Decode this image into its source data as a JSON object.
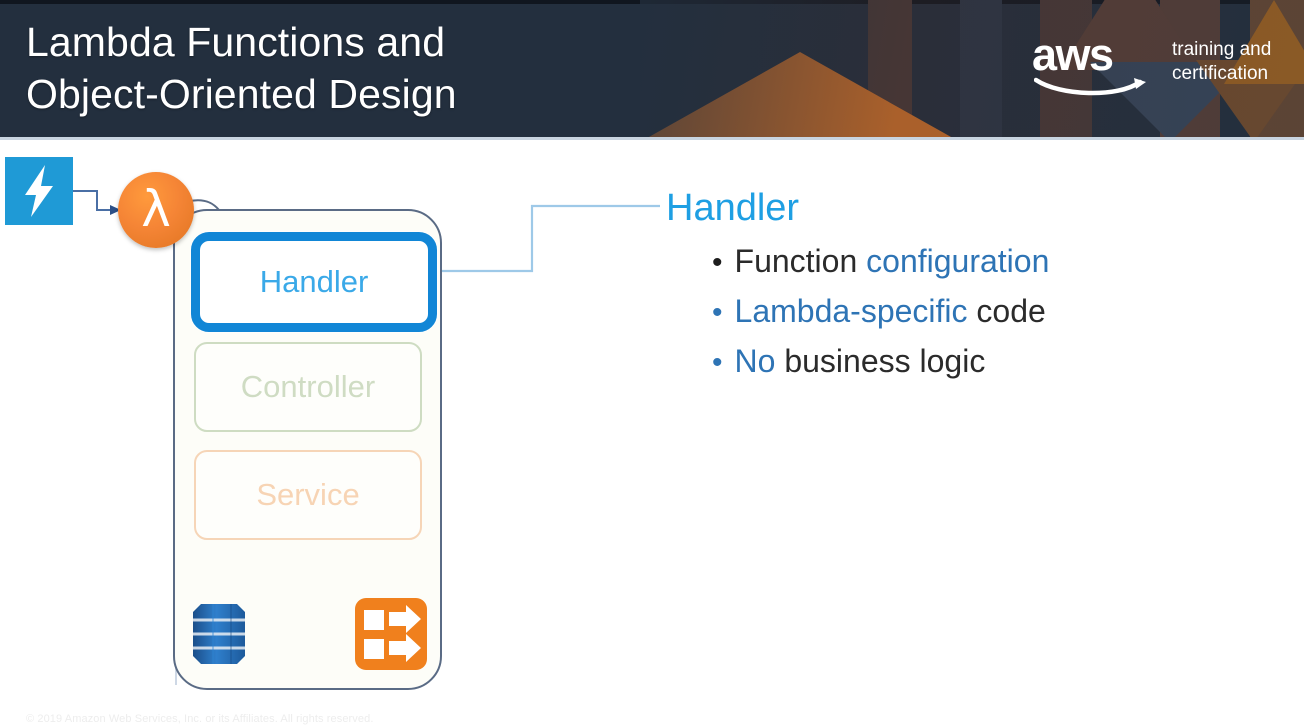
{
  "header": {
    "title": "Lambda Functions and\nObject-Oriented Design",
    "logo_word": "aws",
    "logo_tagline": "training and\ncertification",
    "bg_color": "#232f3e",
    "accent_color": "#d9762a"
  },
  "diagram": {
    "trigger_icon": "lightning-bolt-icon",
    "trigger_color": "#1f9ad6",
    "lambda_symbol": "λ",
    "lambda_color": "#f58536",
    "boxes": [
      {
        "label": "Handler",
        "state": "highlighted",
        "border_color": "#1186d6",
        "text_color": "#3aa9e8"
      },
      {
        "label": "Controller",
        "state": "dimmed",
        "border_color": "#cedcc2",
        "text_color": "#cfdcc3"
      },
      {
        "label": "Service",
        "state": "dimmed",
        "border_color": "#f6d5b7",
        "text_color": "#f7d4b4"
      }
    ],
    "output_icons": [
      {
        "name": "dynamodb-icon",
        "color": "#2566ae"
      },
      {
        "name": "sns-icon",
        "color": "#f0801d"
      }
    ],
    "connector_color": "#9ec9e8"
  },
  "content": {
    "heading": "Handler",
    "heading_color": "#1e9fe3",
    "highlight_color": "#2e74b5",
    "bullets": [
      {
        "dot": "•",
        "dot_style": "dark",
        "pre": "Function ",
        "highlight": "configuration",
        "post": ""
      },
      {
        "dot": "•",
        "dot_style": "blue",
        "pre": "",
        "highlight": "Lambda-specific",
        "post": " code"
      },
      {
        "dot": "•",
        "dot_style": "blue",
        "pre": "",
        "highlight": "No",
        "post": " business logic"
      }
    ]
  },
  "footer": {
    "copyright": "© 2019 Amazon Web Services, Inc. or its Affiliates. All rights reserved."
  }
}
